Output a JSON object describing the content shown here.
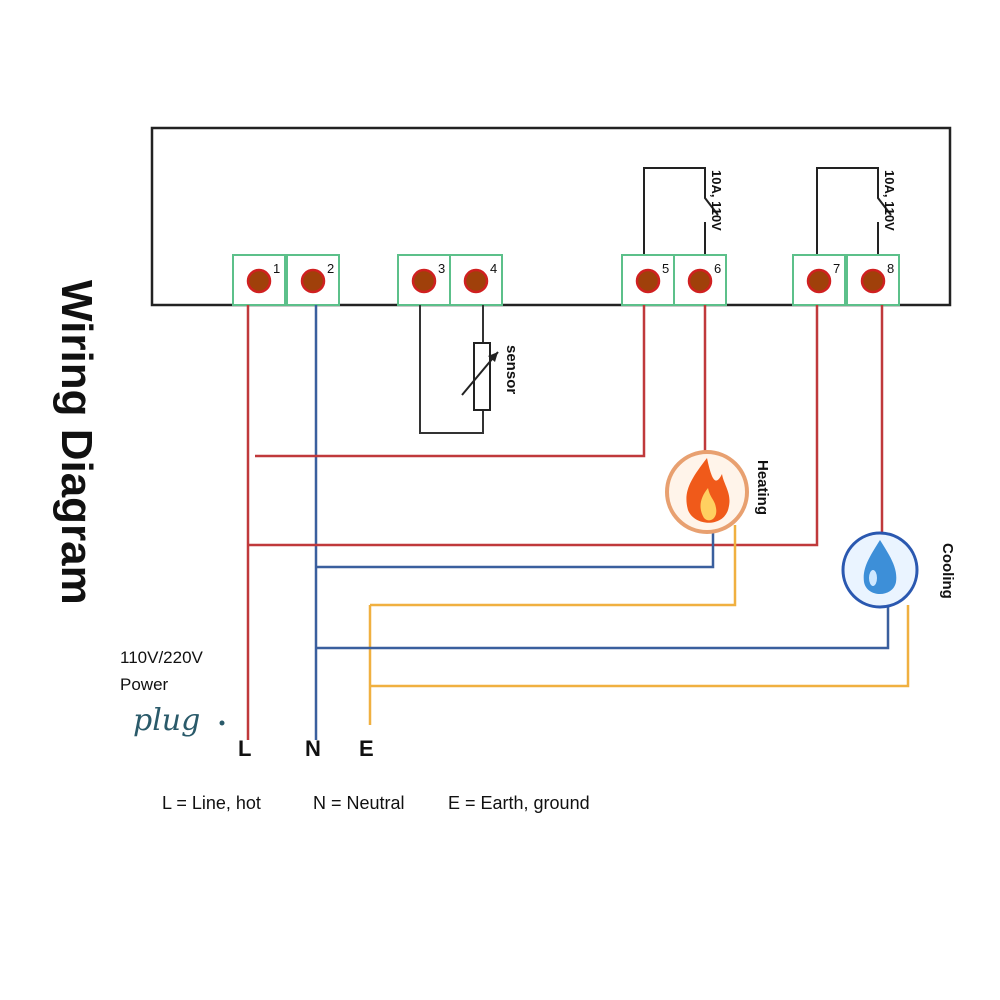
{
  "title": "Wiring Diagram",
  "terminals": [
    "1",
    "2",
    "3",
    "4",
    "5",
    "6",
    "7",
    "8"
  ],
  "relay_rating_1": "10A, 110V",
  "relay_rating_2": "10A, 110V",
  "sensor_label": "sensor",
  "heating_label": "Heating",
  "cooling_label": "Cooling",
  "power_label_1": "110V/220V",
  "power_label_2": "Power",
  "plug_label": "plug",
  "lines": {
    "L": "L",
    "N": "N",
    "E": "E"
  },
  "legend": {
    "L": "L = Line, hot",
    "N": "N = Neutral",
    "E": "E = Earth, ground"
  },
  "colors": {
    "line": "#c0393b",
    "neutral": "#3a5f9e",
    "earth": "#f0b040",
    "terminal_border": "#5cc08a",
    "terminal_dot": "#a0400a"
  }
}
